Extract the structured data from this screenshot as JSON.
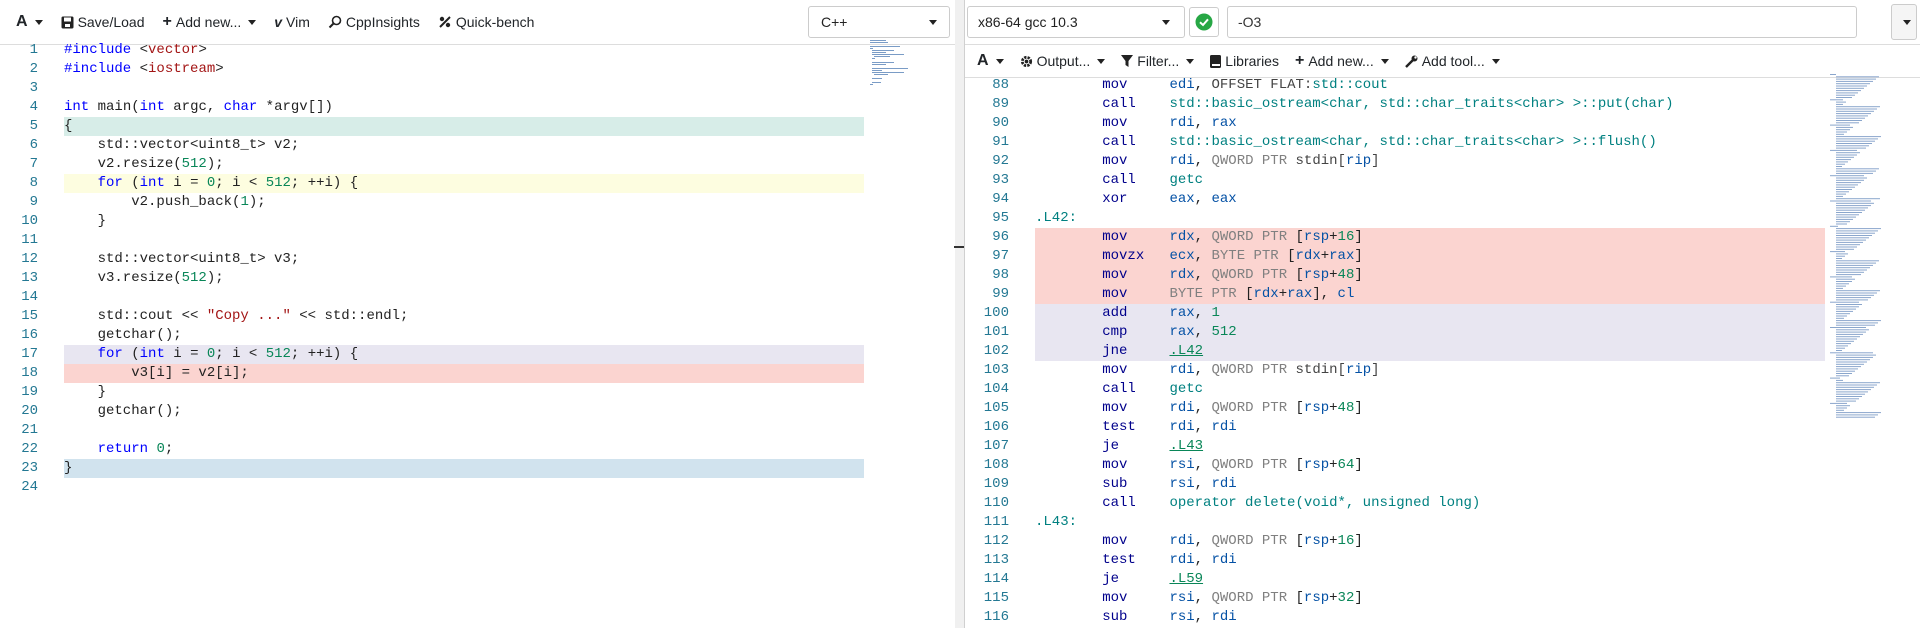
{
  "left_toolbar": {
    "font_label": "A",
    "save_load": "Save/Load",
    "add_new": "Add new...",
    "vim": "Vim",
    "cppinsights": "CppInsights",
    "quick_bench": "Quick-bench",
    "language": "C++"
  },
  "source_lines": [
    {
      "n": "1",
      "html": "<span class='inc'>#include</span> &lt;<span class='hdr'>vector</span>&gt;"
    },
    {
      "n": "2",
      "html": "<span class='inc'>#include</span> &lt;<span class='hdr'>iostream</span>&gt;"
    },
    {
      "n": "3",
      "html": ""
    },
    {
      "n": "4",
      "html": "<span class='kw'>int</span> main(<span class='kw'>int</span> argc, <span class='kw'>char</span> *argv[])"
    },
    {
      "n": "5",
      "html": "{"
    },
    {
      "n": "6",
      "html": "    std::vector&lt;uint8_t&gt; v2;"
    },
    {
      "n": "7",
      "html": "    v2.resize(<span class='num'>512</span>);"
    },
    {
      "n": "8",
      "html": "    <span class='kw'>for</span> (<span class='kw'>int</span> i = <span class='num'>0</span>; i &lt; <span class='num'>512</span>; ++i) {"
    },
    {
      "n": "9",
      "html": "        v2.push_back(<span class='num'>1</span>);"
    },
    {
      "n": "10",
      "html": "    }"
    },
    {
      "n": "11",
      "html": ""
    },
    {
      "n": "12",
      "html": "    std::vector&lt;uint8_t&gt; v3;"
    },
    {
      "n": "13",
      "html": "    v3.resize(<span class='num'>512</span>);"
    },
    {
      "n": "14",
      "html": ""
    },
    {
      "n": "15",
      "html": "    std::cout &lt;&lt; <span class='str'>\"Copy ...\"</span> &lt;&lt; std::endl;"
    },
    {
      "n": "16",
      "html": "    getchar();"
    },
    {
      "n": "17",
      "html": "    <span class='kw'>for</span> (<span class='kw'>int</span> i = <span class='num'>0</span>; i &lt; <span class='num'>512</span>; ++i) {"
    },
    {
      "n": "18",
      "html": "        v3[i] = v2[i];"
    },
    {
      "n": "19",
      "html": "    }"
    },
    {
      "n": "20",
      "html": "    getchar();"
    },
    {
      "n": "21",
      "html": ""
    },
    {
      "n": "22",
      "html": "    <span class='kw'>return</span> <span class='num'>0</span>;"
    },
    {
      "n": "23",
      "html": "}"
    },
    {
      "n": "24",
      "html": ""
    }
  ],
  "source_highlight": {
    "5": "#d7ede8",
    "8": "#fdfde0",
    "17": "#e8e6f1",
    "18": "#fbd4d0",
    "19": "",
    "23": "#d1e3ee"
  },
  "compiler": {
    "name": "x86-64 gcc 10.3",
    "options": "-O3",
    "status": "ok",
    "toolbar": {
      "font_label": "A",
      "output": "Output...",
      "filter": "Filter...",
      "libraries": "Libraries",
      "add_new": "Add new...",
      "add_tool": "Add tool..."
    }
  },
  "asm_lines": [
    {
      "n": "88",
      "html": "        <span class='ins'>mov</span>     <span class='reg'>edi</span>, <span class='plain'>OFFSET FLAT:</span><span class='dir'>std::cout</span>"
    },
    {
      "n": "89",
      "html": "        <span class='ins'>call</span>    <span class='dir'>std::basic_ostream&lt;char, std::char_traits&lt;char&gt; &gt;::put(char)</span>"
    },
    {
      "n": "90",
      "html": "        <span class='ins'>mov</span>     <span class='reg'>rdi</span>, <span class='reg'>rax</span>"
    },
    {
      "n": "91",
      "html": "        <span class='ins'>call</span>    <span class='dir'>std::basic_ostream&lt;char, std::char_traits&lt;char&gt; &gt;::flush()</span>"
    },
    {
      "n": "92",
      "html": "        <span class='ins'>mov</span>     <span class='reg'>rdi</span>, <span class='ptr'>QWORD PTR</span> <span class='plain'>stdin[</span><span class='reg'>rip</span><span class='plain'>]</span>"
    },
    {
      "n": "93",
      "html": "        <span class='ins'>call</span>    <span class='dir'>getc</span>"
    },
    {
      "n": "94",
      "html": "        <span class='ins'>xor</span>     <span class='reg'>eax</span>, <span class='reg'>eax</span>"
    },
    {
      "n": "95",
      "html": "<span class='dir'>.L42:</span>"
    },
    {
      "n": "96",
      "html": "        <span class='ins'>mov</span>     <span class='reg'>rdx</span>, <span class='ptr'>QWORD PTR</span> [<span class='reg'>rsp</span>+<span class='num'>16</span>]"
    },
    {
      "n": "97",
      "html": "        <span class='ins'>movzx</span>   <span class='reg'>ecx</span>, <span class='ptr'>BYTE PTR</span> [<span class='reg'>rdx</span>+<span class='reg'>rax</span>]"
    },
    {
      "n": "98",
      "html": "        <span class='ins'>mov</span>     <span class='reg'>rdx</span>, <span class='ptr'>QWORD PTR</span> [<span class='reg'>rsp</span>+<span class='num'>48</span>]"
    },
    {
      "n": "99",
      "html": "        <span class='ins'>mov</span>     <span class='ptr'>BYTE PTR</span> [<span class='reg'>rdx</span>+<span class='reg'>rax</span>], <span class='reg'>cl</span>"
    },
    {
      "n": "100",
      "html": "        <span class='ins'>add</span>     <span class='reg'>rax</span>, <span class='num'>1</span>"
    },
    {
      "n": "101",
      "html": "        <span class='ins'>cmp</span>     <span class='reg'>rax</span>, <span class='num'>512</span>"
    },
    {
      "n": "102",
      "html": "        <span class='ins'>jne</span>     <span class='lbl'>.L42</span>"
    },
    {
      "n": "103",
      "html": "        <span class='ins'>mov</span>     <span class='reg'>rdi</span>, <span class='ptr'>QWORD PTR</span> <span class='plain'>stdin[</span><span class='reg'>rip</span><span class='plain'>]</span>"
    },
    {
      "n": "104",
      "html": "        <span class='ins'>call</span>    <span class='dir'>getc</span>"
    },
    {
      "n": "105",
      "html": "        <span class='ins'>mov</span>     <span class='reg'>rdi</span>, <span class='ptr'>QWORD PTR</span> [<span class='reg'>rsp</span>+<span class='num'>48</span>]"
    },
    {
      "n": "106",
      "html": "        <span class='ins'>test</span>    <span class='reg'>rdi</span>, <span class='reg'>rdi</span>"
    },
    {
      "n": "107",
      "html": "        <span class='ins'>je</span>      <span class='lbl'>.L43</span>"
    },
    {
      "n": "108",
      "html": "        <span class='ins'>mov</span>     <span class='reg'>rsi</span>, <span class='ptr'>QWORD PTR</span> [<span class='reg'>rsp</span>+<span class='num'>64</span>]"
    },
    {
      "n": "109",
      "html": "        <span class='ins'>sub</span>     <span class='reg'>rsi</span>, <span class='reg'>rdi</span>"
    },
    {
      "n": "110",
      "html": "        <span class='ins'>call</span>    <span class='dir'>operator delete(void*, unsigned long)</span>"
    },
    {
      "n": "111",
      "html": "<span class='dir'>.L43:</span>"
    },
    {
      "n": "112",
      "html": "        <span class='ins'>mov</span>     <span class='reg'>rdi</span>, <span class='ptr'>QWORD PTR</span> [<span class='reg'>rsp</span>+<span class='num'>16</span>]"
    },
    {
      "n": "113",
      "html": "        <span class='ins'>test</span>    <span class='reg'>rdi</span>, <span class='reg'>rdi</span>"
    },
    {
      "n": "114",
      "html": "        <span class='ins'>je</span>      <span class='lbl'>.L59</span>"
    },
    {
      "n": "115",
      "html": "        <span class='ins'>mov</span>     <span class='reg'>rsi</span>, <span class='ptr'>QWORD PTR</span> [<span class='reg'>rsp</span>+<span class='num'>32</span>]"
    },
    {
      "n": "116",
      "html": "        <span class='ins'>sub</span>     <span class='reg'>rsi</span>, <span class='reg'>rdi</span>"
    }
  ],
  "asm_highlight": {
    "96": "#fbd4d0",
    "97": "#fbd4d0",
    "98": "#fbd4d0",
    "99": "#fbd4d0",
    "100": "#e8e6f1",
    "101": "#e8e6f1",
    "102": "#e8e6f1"
  }
}
